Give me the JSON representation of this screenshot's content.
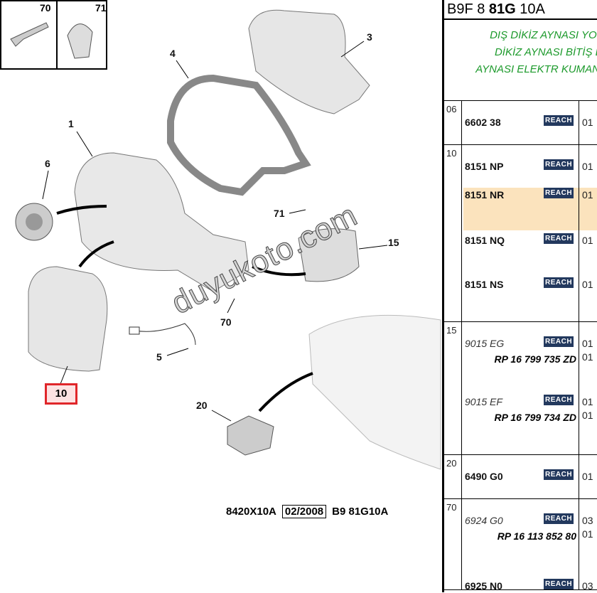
{
  "diagram": {
    "box_labels": [
      "70",
      "71"
    ],
    "callouts": {
      "c1": "1",
      "c3": "3",
      "c4": "4",
      "c6": "6",
      "c71": "71",
      "c15": "15",
      "c70": "70",
      "c5": "5",
      "c10": "10",
      "c20": "20"
    },
    "watermark": "duyukoto.com",
    "footer": {
      "ref": "8420X10A",
      "date": "02/2008",
      "code": "B9 81G10A"
    }
  },
  "panel": {
    "title_a": "B9F 8 ",
    "title_b": "81G",
    "title_c": " 10A",
    "description": [
      "DIŞ DİKİZ AYNASI YOL",
      "DİKİZ AYNASI BİTİŞ L",
      "AYNASI ELEKTR KUMAN"
    ],
    "reach_label": "REACH",
    "groups": [
      {
        "num": "06",
        "parts": [
          {
            "pn": "6602 38",
            "qty": "01"
          }
        ]
      },
      {
        "num": "10",
        "parts": [
          {
            "pn": "8151 NP",
            "qty": "01"
          },
          {
            "pn": "8151 NR",
            "qty": "01",
            "selected": true
          },
          {
            "pn": "8151 NQ",
            "qty": "01"
          },
          {
            "pn": "8151 NS",
            "qty": "01"
          }
        ]
      },
      {
        "num": "15",
        "parts": [
          {
            "pn": "9015 EG",
            "qty": "01",
            "rp": "RP 16 799 735 ZD",
            "rp_qty": "01"
          },
          {
            "pn": "9015 EF",
            "qty": "01",
            "rp": "RP 16 799 734 ZD",
            "rp_qty": "01"
          }
        ]
      },
      {
        "num": "20",
        "parts": [
          {
            "pn": "6490 G0",
            "qty": "01"
          }
        ]
      },
      {
        "num": "70",
        "parts": [
          {
            "pn": "6924 G0",
            "qty": "03",
            "rp": "RP 16 113 852 80",
            "rp_qty": "01"
          },
          {
            "pn": "6925 N0",
            "qty": "03"
          }
        ]
      }
    ]
  }
}
